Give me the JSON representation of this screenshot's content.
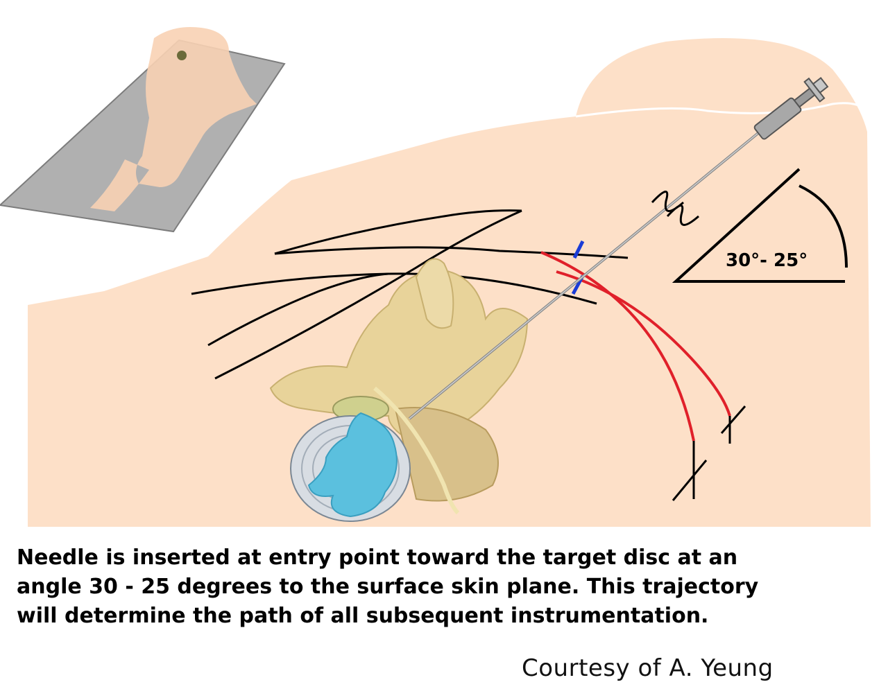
{
  "caption": {
    "line1": "Needle is inserted at entry point toward the target disc at an",
    "line2": "angle 30 - 25 degrees to the surface skin plane. This trajectory",
    "line3": "will determine the path of all subsequent instrumentation."
  },
  "credit": "Courtesy of A. Yeung",
  "angle_label": "30°- 25°",
  "colors": {
    "skin": "#fde0c8",
    "skin_outline": "#ffffff",
    "table": "#b4b4b4",
    "bone": "#e8d39a",
    "disc_nucleus": "#5bc0de",
    "disc_annulus": "#d8dde3",
    "red_curve": "#e0202a",
    "blue_mark": "#1a3cd6"
  }
}
